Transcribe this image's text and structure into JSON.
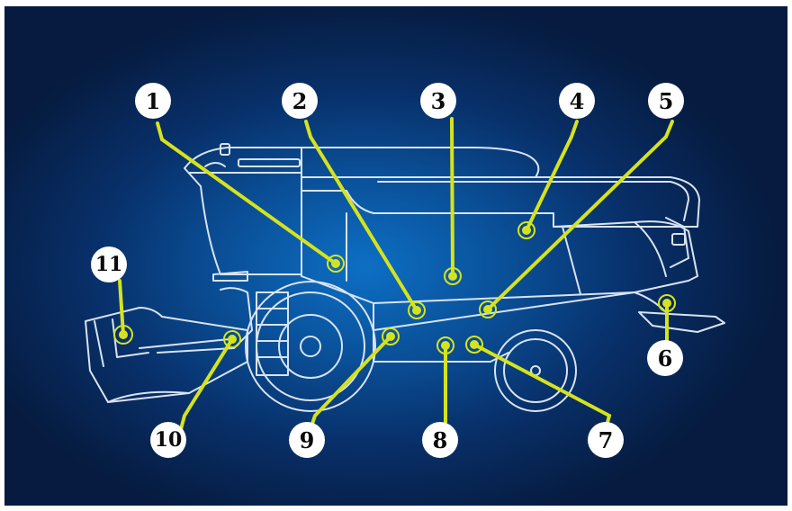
{
  "markers": [
    {
      "label": "1"
    },
    {
      "label": "2"
    },
    {
      "label": "3"
    },
    {
      "label": "4"
    },
    {
      "label": "5"
    },
    {
      "label": "6"
    },
    {
      "label": "7"
    },
    {
      "label": "8"
    },
    {
      "label": "9"
    },
    {
      "label": "10"
    },
    {
      "label": "11"
    }
  ],
  "colors": {
    "background": "#0a4f97",
    "callout": "#d6e31c",
    "outline": "#d8e3f1",
    "badge": "#ffffff"
  }
}
